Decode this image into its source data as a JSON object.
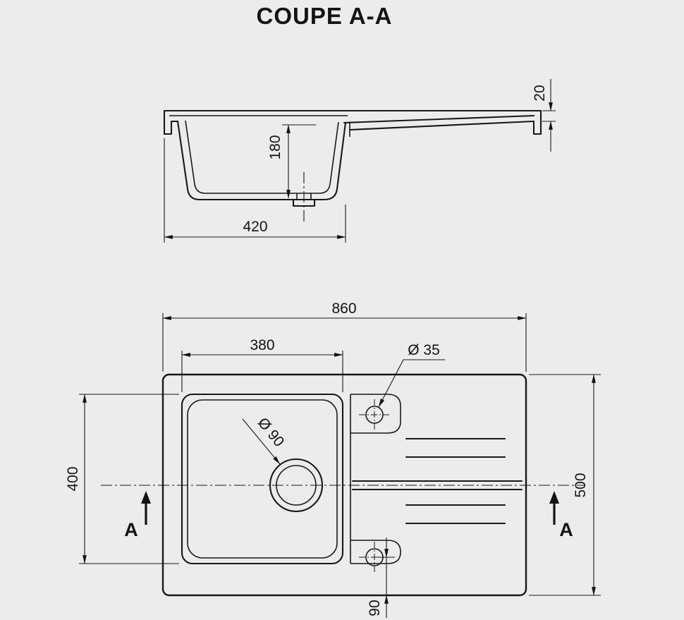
{
  "title": "COUPE A-A",
  "section_view": {
    "dim_rim_thickness": "20",
    "dim_bowl_depth": "180",
    "dim_bowl_outer_width": "420"
  },
  "plan_view": {
    "dim_overall_width": "860",
    "dim_bowl_width": "380",
    "label_tap_hole_diameter": "Ø 35",
    "label_drain_diameter": "Ø 90",
    "dim_bowl_length": "400",
    "dim_overall_depth": "500",
    "dim_tap_hole_offset": "90",
    "section_marker_left": "A",
    "section_marker_right": "A"
  },
  "colors": {
    "background": "#ececec",
    "line": "#181818"
  }
}
